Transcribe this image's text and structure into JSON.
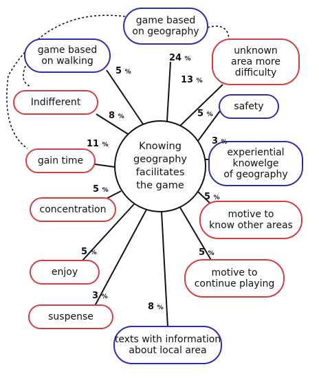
{
  "center": {
    "lines": [
      "Knowing",
      "geography",
      "facilitates",
      "the game"
    ]
  },
  "colors": {
    "blue_border": "#2e2bb3",
    "red_border": "#d93a3e",
    "line": "#111111"
  },
  "nodes": [
    {
      "id": "game-based-on-geography",
      "lines": [
        "game based",
        "on geography"
      ],
      "percent": "24",
      "border": "blue"
    },
    {
      "id": "unknown-area-more-difficulty",
      "lines": [
        "unknown",
        "area more",
        "difficulty"
      ],
      "percent": "13",
      "border": "red"
    },
    {
      "id": "safety",
      "lines": [
        "safety"
      ],
      "percent": "5",
      "border": "blue"
    },
    {
      "id": "experiential-knowledge-of-geography",
      "lines": [
        "experiential",
        "knowelge",
        "of geography"
      ],
      "percent": "3",
      "border": "blue"
    },
    {
      "id": "motive-to-know-other-areas",
      "lines": [
        "motive to",
        "know other areas"
      ],
      "percent": "5",
      "border": "red"
    },
    {
      "id": "motive-to-continue-playing",
      "lines": [
        "motive to",
        "continue playing"
      ],
      "percent": "5",
      "border": "red"
    },
    {
      "id": "texts-with-information-about-local-area",
      "lines": [
        "texts with information",
        "about local area"
      ],
      "percent": "8",
      "border": "blue"
    },
    {
      "id": "suspense",
      "lines": [
        "suspense"
      ],
      "percent": "3",
      "border": "red"
    },
    {
      "id": "enjoy",
      "lines": [
        "enjoy"
      ],
      "percent": "5",
      "border": "red"
    },
    {
      "id": "concentration",
      "lines": [
        "concentration"
      ],
      "percent": "5",
      "border": "red"
    },
    {
      "id": "gain-time",
      "lines": [
        "gain time"
      ],
      "percent": "11",
      "border": "red"
    },
    {
      "id": "indifferent",
      "lines": [
        "Indifferent"
      ],
      "percent": "8",
      "border": "red"
    },
    {
      "id": "game-based-on-walking",
      "lines": [
        "game based",
        "on walking"
      ],
      "percent": "5",
      "border": "blue"
    }
  ],
  "dashed_links": [
    [
      "game-based-on-walking",
      "indifferent"
    ],
    [
      "game-based-on-geography",
      "unknown-area-more-difficulty"
    ],
    [
      "game-based-on-geography",
      "gain-time"
    ]
  ]
}
